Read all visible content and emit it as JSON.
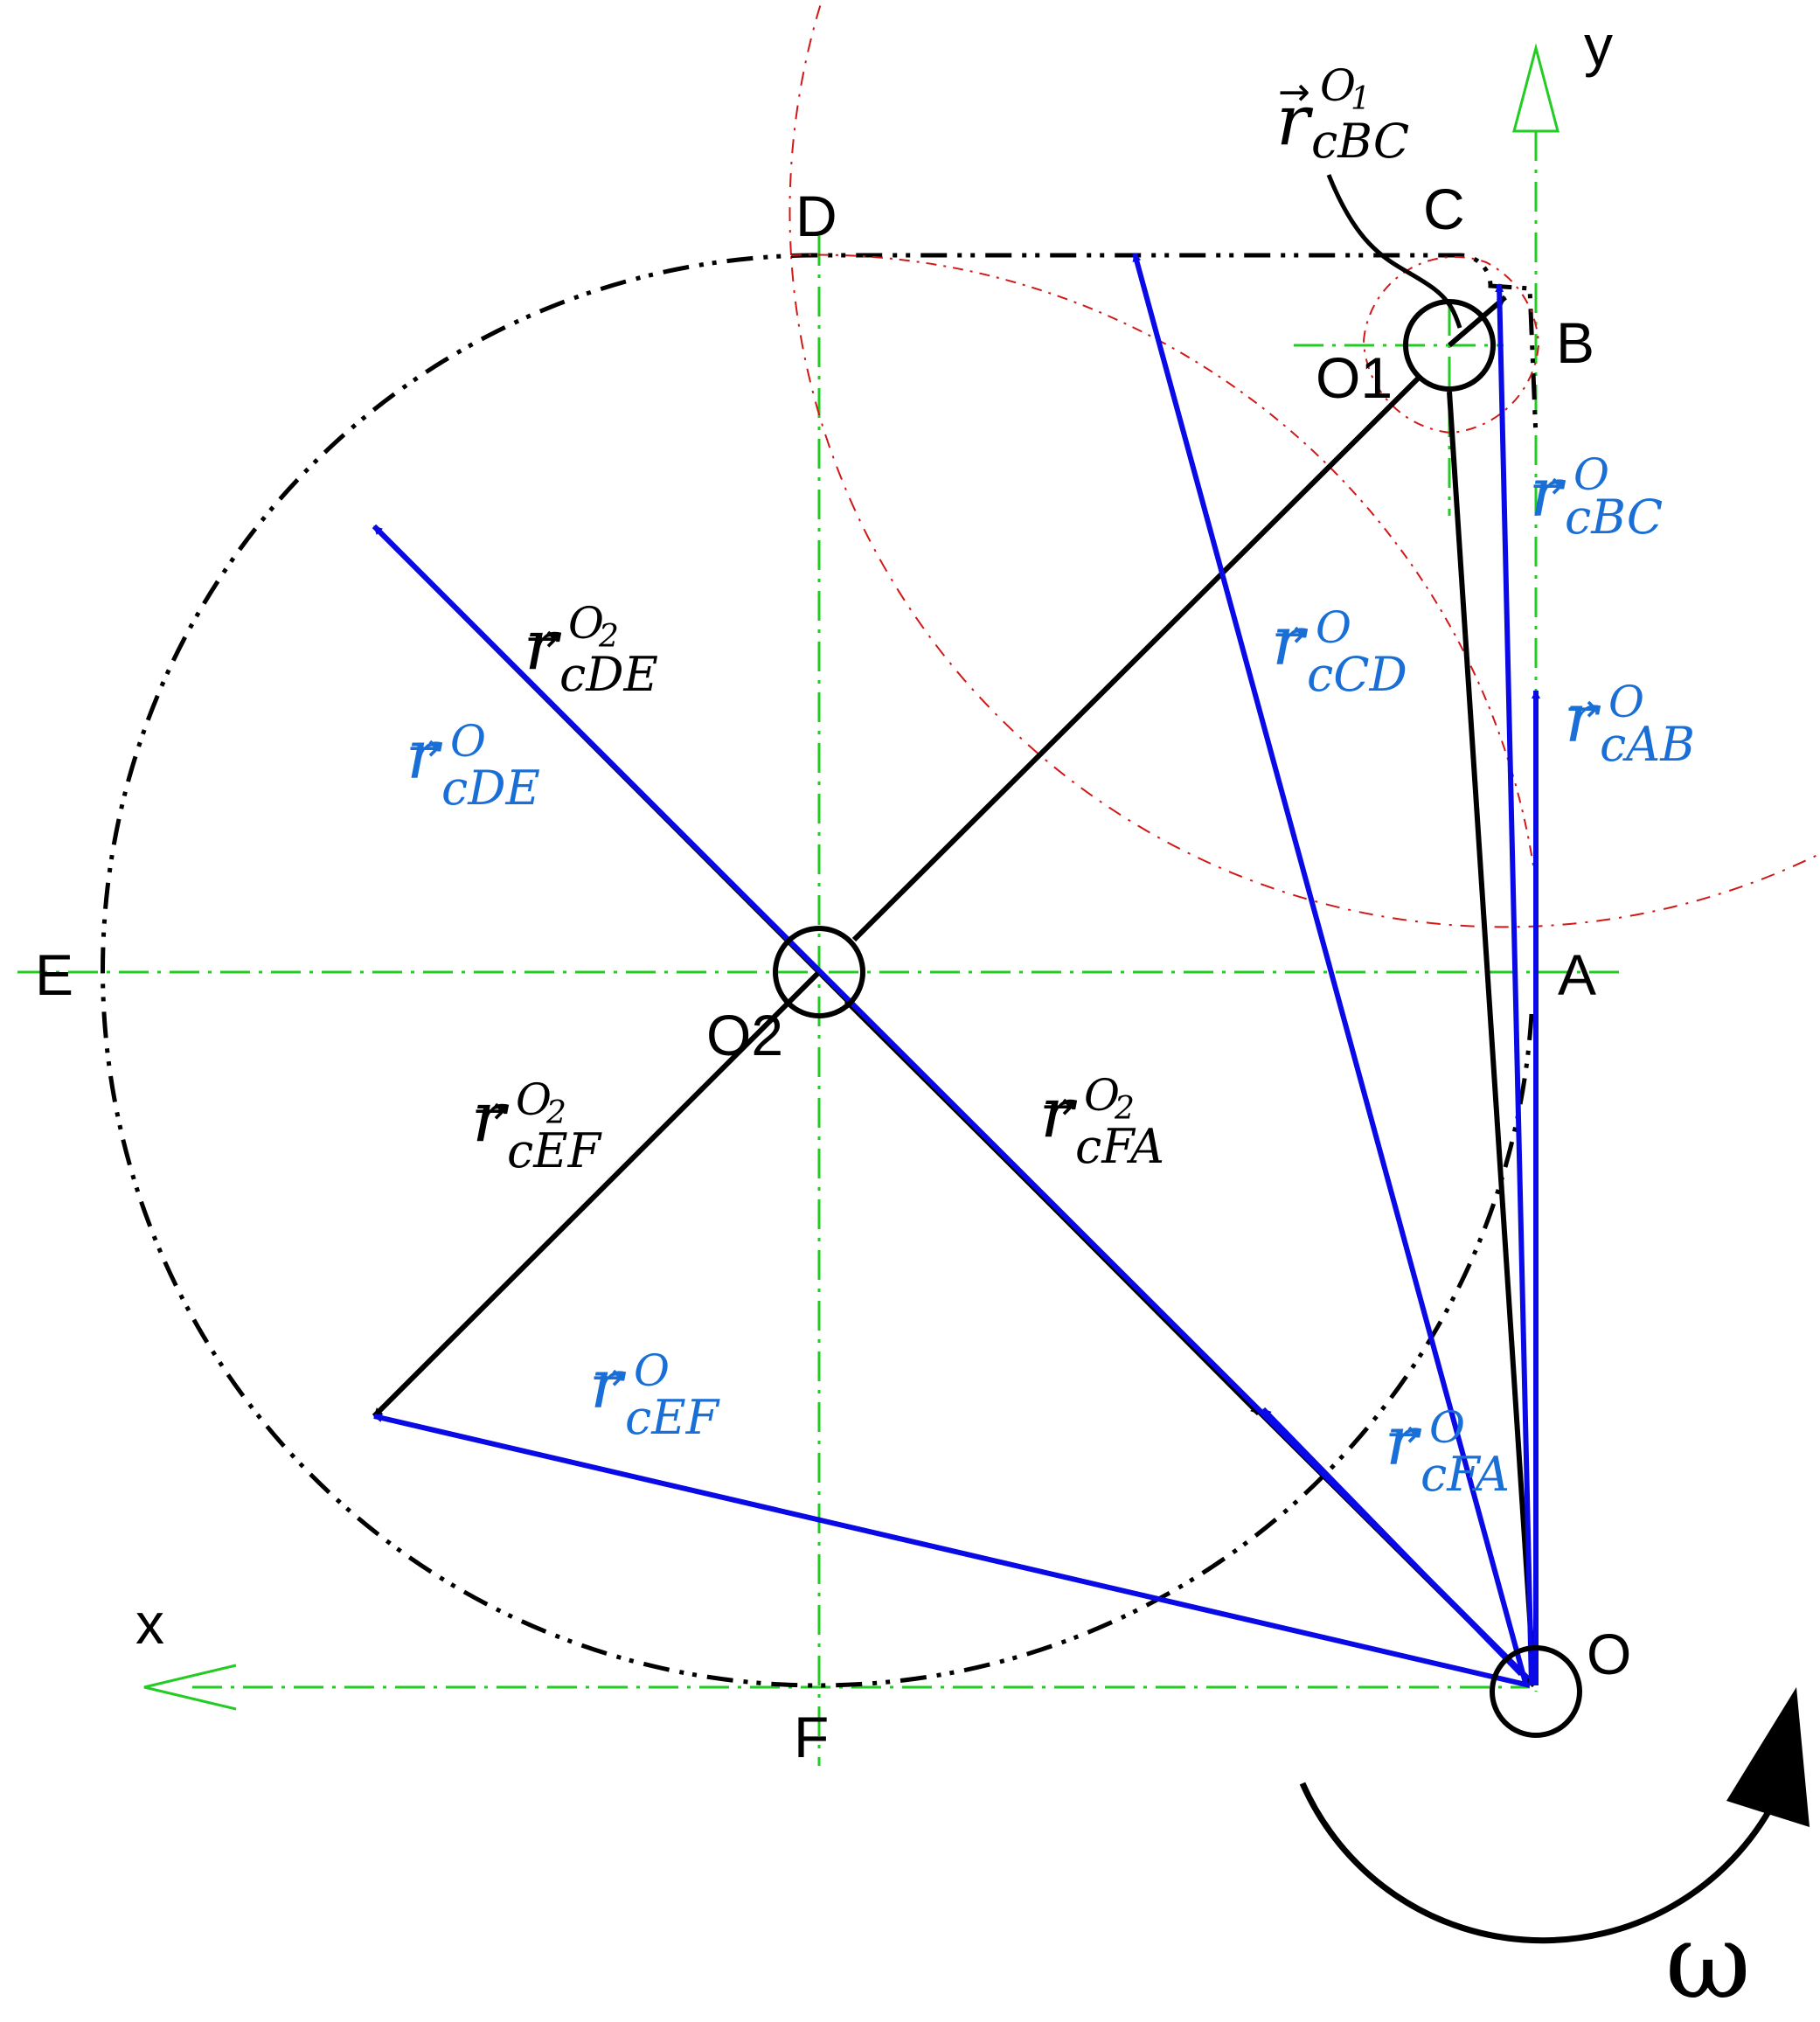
{
  "points": {
    "A": "A",
    "B": "B",
    "C": "C",
    "D": "D",
    "E": "E",
    "F": "F",
    "O": "O",
    "O1": "O1",
    "O2": "O2"
  },
  "axes": {
    "x": "x",
    "y": "y"
  },
  "vectors": {
    "r_cBC_O1": {
      "base": "r",
      "sub": "cBC",
      "sup": "O",
      "supsub": "1"
    },
    "r_cBC_O": {
      "base": "r",
      "sub": "cBC",
      "sup": "O",
      "supsub": ""
    },
    "r_cCD_O": {
      "base": "r",
      "sub": "cCD",
      "sup": "O",
      "supsub": ""
    },
    "r_cAB_O": {
      "base": "r",
      "sub": "cAB",
      "sup": "O",
      "supsub": ""
    },
    "r_cDE_O2": {
      "base": "r",
      "sub": "cDE",
      "sup": "O",
      "supsub": "2"
    },
    "r_cDE_O": {
      "base": "r",
      "sub": "cDE",
      "sup": "O",
      "supsub": ""
    },
    "r_cEF_O2": {
      "base": "r",
      "sub": "cEF",
      "sup": "O",
      "supsub": "2"
    },
    "r_cFA_O2": {
      "base": "r",
      "sub": "cFA",
      "sup": "O",
      "supsub": "2"
    },
    "r_cEF_O": {
      "base": "r",
      "sub": "cEF",
      "sup": "O",
      "supsub": ""
    },
    "r_cFA_O": {
      "base": "r",
      "sub": "cFA",
      "sup": "O",
      "supsub": ""
    }
  },
  "omega": "ω",
  "colors": {
    "blue_vector": "#0a0ae6",
    "blue_label": "#1a6fd6",
    "black": "#000000",
    "centerline_green": "#22cc22",
    "path_red": "#d01818"
  }
}
